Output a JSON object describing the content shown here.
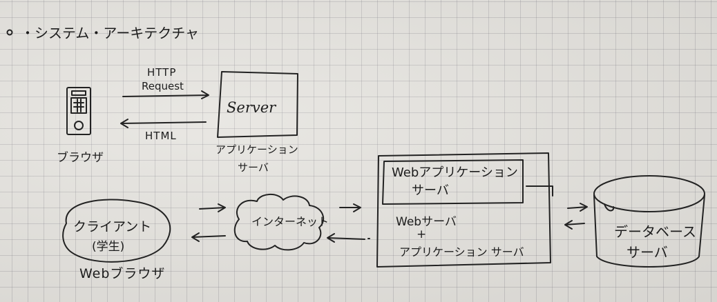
{
  "heading": "・システム・アーキテクチャ",
  "top": {
    "request_line1": "HTTP",
    "request_line2": "Request",
    "response": "HTML",
    "browser_label": "ブラウザ",
    "server_box": "Server",
    "server_label_line1": "アプリケーション",
    "server_label_line2": "サーバ"
  },
  "bottom": {
    "client_line1": "クライアント",
    "client_line2": "(学生)",
    "client_label": "Webブラウザ",
    "internet": "インターネット",
    "app_server_line1": "Webアプリケーション",
    "app_server_line2": "サーバ",
    "web_server": "Webサーバ",
    "plus": "+",
    "app_server_text": "アプリケーション サーバ",
    "db_line1": "データベース",
    "db_line2": "サーバ"
  }
}
